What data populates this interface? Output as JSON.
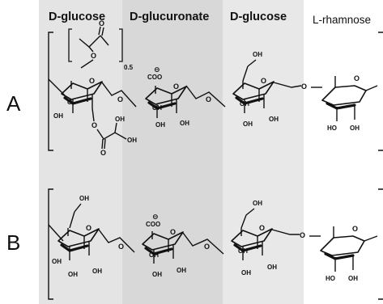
{
  "columns": {
    "glucose_1": "D-glucose",
    "glucuronate": "D-glucuronate",
    "glucose_2": "D-glucose",
    "rhamnose": "L-rhamnose"
  },
  "rows": {
    "a": "A",
    "b": "B"
  },
  "atoms": {
    "oh": "OH",
    "ho": "HO",
    "o": "O",
    "coo": "COO",
    "charge": "⊖",
    "subscript": "0.5"
  },
  "colors": {
    "panel_glucose": "#e4e4e4",
    "panel_glucuronate": "#d6d6d6",
    "panel_glucose_2": "#e7e7e7",
    "stroke": "#111111"
  }
}
